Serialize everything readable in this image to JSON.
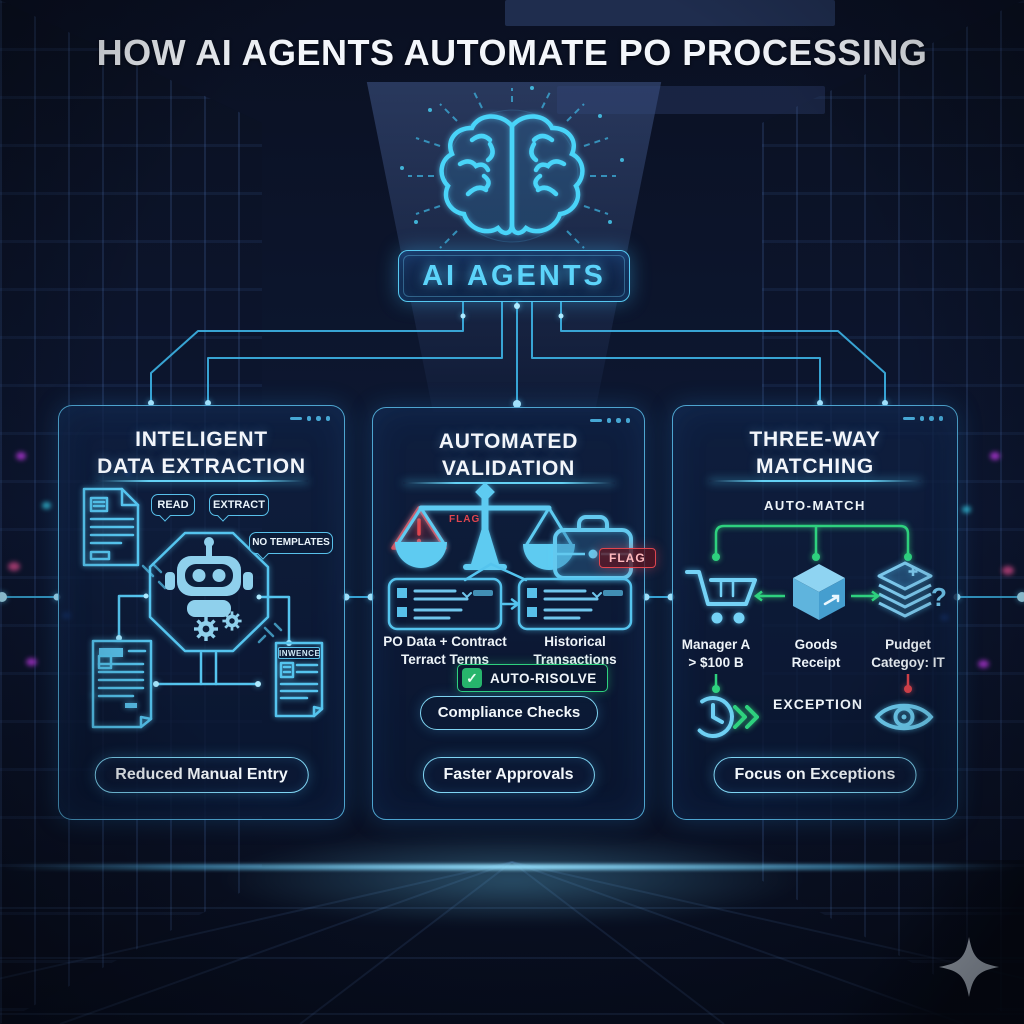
{
  "title": "HOW AI AGENTS AUTOMATE PO PROCESSING",
  "hub": {
    "label": "AI AGENTS",
    "icon": "brain-icon"
  },
  "colors": {
    "accent": "#3fc6f2",
    "green": "#2ed17e",
    "red": "#e0454e",
    "panel_border": "#4db6e4",
    "background": "#0d1730",
    "sparkle": "#b6bfca"
  },
  "panels": {
    "extraction": {
      "title1": "INTELIGENT",
      "title2": "DATA EXTRACTION",
      "bubble_read": "READ",
      "bubble_extract": "EXTRACT",
      "bubble_no_templates": "NO TEMPLATES",
      "invoice_label": "INWENCE",
      "benefit": "Reduced Manual Entry",
      "icons": [
        "document-icon",
        "robot-icon",
        "gear-icon",
        "invoice-icon"
      ]
    },
    "validation": {
      "title1": "AUTOMATED",
      "title2": "VALIDATION",
      "flag_note": "FLAG",
      "flag_badge": "FLAG",
      "card_left1": "PO Data + Contract",
      "card_left2": "Terract Terms",
      "card_right1": "Historical",
      "card_right2": "Transactions",
      "check": "✓",
      "auto_resolve": "AUTO-RISOLVE",
      "compliance": "Compliance Checks",
      "benefit": "Faster Approvals",
      "icons": [
        "warning-triangle-icon",
        "scales-icon",
        "briefcase-icon",
        "data-card-icon"
      ]
    },
    "matching": {
      "title1": "THREE-WAY",
      "title2": "MATCHING",
      "automatch": "AUTO-MATCH",
      "item1_1": "Manager A",
      "item1_2": "> $100 B",
      "item2_1": "Goods",
      "item2_2": "Receipt",
      "item3_1": "Pudget",
      "item3_2": "Categoy: IT",
      "question_mark": "?",
      "exception": "EXCEPTION",
      "benefit": "Focus on Exceptions",
      "icons": [
        "cart-icon",
        "package-icon",
        "layers-icon",
        "question-mark-icon",
        "clock-icon",
        "chevrons-icon",
        "eye-icon"
      ]
    }
  },
  "decor": {
    "sparkle": "sparkle-icon"
  }
}
